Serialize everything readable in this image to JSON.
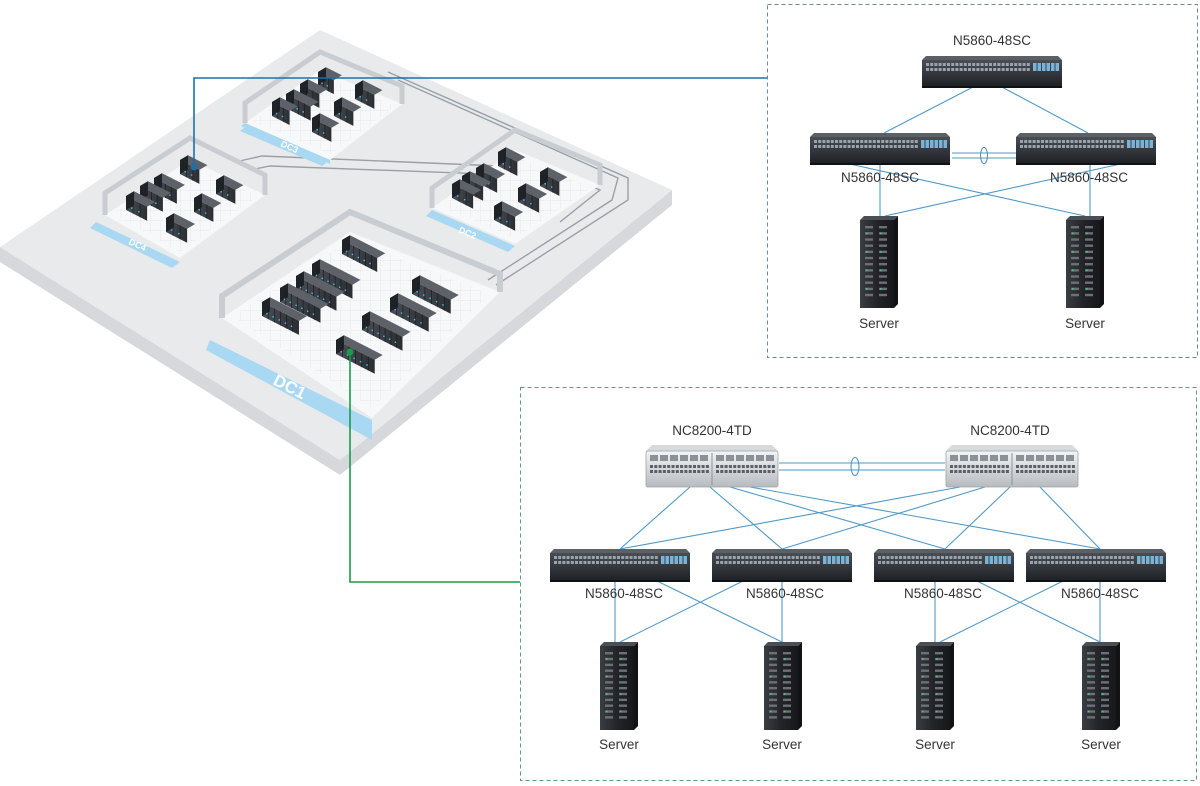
{
  "zones": {
    "dc1": "DC1",
    "dc2": "DC2",
    "dc3": "DC3",
    "dc4": "DC4"
  },
  "top_topology": {
    "core_switch": "N5860-48SC",
    "leaf_left": "N5860-48SC",
    "leaf_right": "N5860-48SC",
    "server_left": "Server",
    "server_right": "Server"
  },
  "bottom_topology": {
    "spine_left": "NC8200-4TD",
    "spine_right": "NC8200-4TD",
    "leaf_1": "N5860-48SC",
    "leaf_2": "N5860-48SC",
    "leaf_3": "N5860-48SC",
    "leaf_4": "N5860-48SC",
    "server_1": "Server",
    "server_2": "Server",
    "server_3": "Server",
    "server_4": "Server"
  },
  "colors": {
    "link": "#4e9ac8",
    "top_callout": "#1f6fa8",
    "bottom_callout": "#1a9a4a",
    "zone_strip": "#a8d8f2",
    "floor": "#e9eaec"
  }
}
